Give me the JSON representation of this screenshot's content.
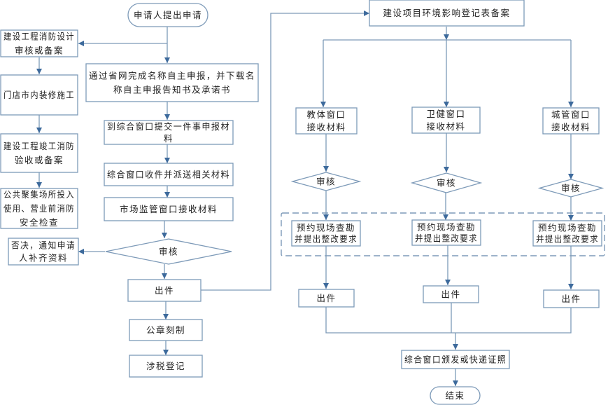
{
  "title": "Business registration and approval flowchart",
  "colors": {
    "line": "#7d9ab8",
    "arrow": "#3d6a9c",
    "text": "#222222"
  },
  "nodes": {
    "start": [
      "申请人提出申请"
    ],
    "fire_design": [
      "建设工程消防设计",
      "审核或备案"
    ],
    "store_reno": [
      "门店市内装修施工"
    ],
    "fire_accept": [
      "建设工程竣工消防",
      "验收或备案"
    ],
    "public_check": [
      "公共聚集场所投入",
      "使用、营业前消防",
      "安全检查"
    ],
    "online_declare": [
      "通过省网完成名称自主申报，并下载名",
      "称自主申报告知书及承诺书"
    ],
    "submit": [
      "到综合窗口提交一件事申报材",
      "料"
    ],
    "dispatch": [
      "综合窗口收件并派送相关材料"
    ],
    "market_receive": [
      "市场监管窗口接收材料"
    ],
    "review_main": [
      "审核"
    ],
    "reject": [
      "否决，通知申请",
      "人补齐资料"
    ],
    "issue_main": [
      "出件"
    ],
    "seal": [
      "公章刻制"
    ],
    "tax": [
      "涉税登记"
    ],
    "env": [
      "建设项目环境影响登记表备案"
    ],
    "edu_receive": [
      "教体窗口",
      "接收材料"
    ],
    "health_receive": [
      "卫健窗口",
      "接收材料"
    ],
    "urban_receive": [
      "城管窗口",
      "接收材料"
    ],
    "review_edu": [
      "审核"
    ],
    "review_health": [
      "审核"
    ],
    "review_urban": [
      "审核"
    ],
    "inspect_edu": [
      "预约现场查勘",
      "并提出整改要求"
    ],
    "inspect_health": [
      "预约现场查勘",
      "并提出整改要求"
    ],
    "inspect_urban": [
      "预约现场查勘",
      "并提出整改要求"
    ],
    "issue_edu": [
      "出件"
    ],
    "issue_health": [
      "出件"
    ],
    "issue_urban": [
      "出件"
    ],
    "deliver": [
      "综合窗口颁发或快递证照"
    ],
    "end": [
      "结束"
    ]
  }
}
